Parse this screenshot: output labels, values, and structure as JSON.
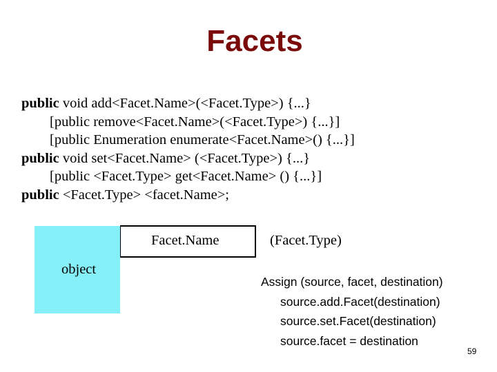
{
  "slide": {
    "title": "Facets",
    "code_lines": [
      {
        "keyword": "public",
        "text": " void add<Facet.Name>(<Facet.Type>) {...}"
      },
      {
        "keyword": "",
        "text": "[public remove<Facet.Name>(<Facet.Type>) {...}]"
      },
      {
        "keyword": "",
        "text": "[public Enumeration enumerate<Facet.Name>() {...}]"
      },
      {
        "keyword": "public",
        "text": " void set<Facet.Name> (<Facet.Type>) {...}"
      },
      {
        "keyword": "",
        "text": "[public <Facet.Type> get<Facet.Name> () {...}]"
      },
      {
        "keyword": "public",
        "text": " <Facet.Type> <facet.Name>;"
      }
    ],
    "diagram": {
      "object_label": "object",
      "facet_name_label": "Facet.Name",
      "facet_type_label": "(Facet.Type)",
      "colors": {
        "object_fill": "#86f0f8",
        "title": "#7a0a0a"
      }
    },
    "assign_lines": [
      "Assign (source, facet, destination)",
      "source.add.Facet(destination)",
      "source.set.Facet(destination)",
      "source.facet = destination"
    ],
    "page_number": "59"
  }
}
